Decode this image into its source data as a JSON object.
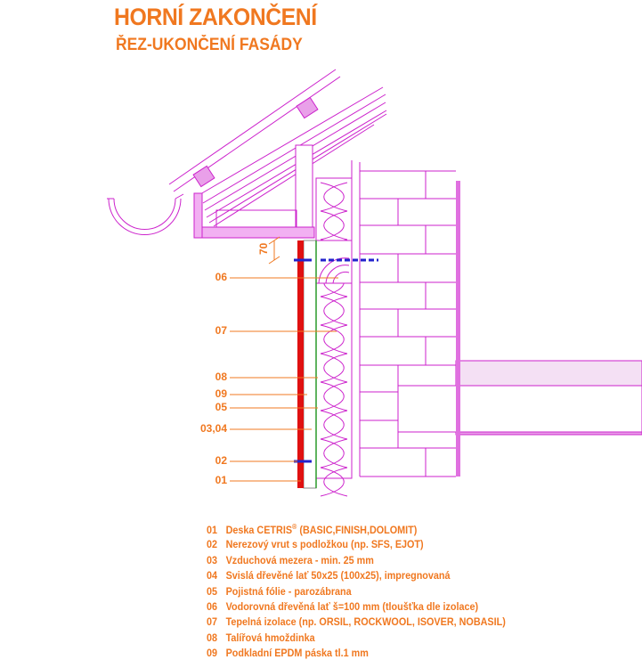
{
  "title": "HORNÍ ZAKONČENÍ",
  "subtitle": "ŘEZ-UKONČENÍ FASÁDY",
  "dimension": "70",
  "colors": {
    "accent": "#f07820",
    "lines": "#cc22cc",
    "cladding": "#e01010",
    "fasteners": "#2222cc"
  },
  "callouts": [
    "06",
    "07",
    "08",
    "09",
    "05",
    "03,04",
    "02",
    "01"
  ],
  "legend": [
    {
      "num": "01",
      "text": "Deska CETRIS",
      "sup": "®",
      "text2": " (BASIC,FINISH,DOLOMIT)"
    },
    {
      "num": "02",
      "text": "Nerezový vrut s podložkou (np. SFS, EJOT)"
    },
    {
      "num": "03",
      "text": "Vzduchová mezera - min. 25 mm"
    },
    {
      "num": "04",
      "text": "Svislá dřevěné lať 50x25 (100x25), impregnovaná"
    },
    {
      "num": "05",
      "text": "Pojistná fólie - parozábrana"
    },
    {
      "num": "06",
      "text": "Vodorovná dřevěná lať š=100 mm (tloušťka dle izolace)"
    },
    {
      "num": "07",
      "text": "Tepelná izolace (np. ORSIL, ROCKWOOL, ISOVER, NOBASIL)"
    },
    {
      "num": "08",
      "text": "Talířová hmoždinka"
    },
    {
      "num": "09",
      "text": "Podkladní EPDM páska tl.1 mm"
    }
  ]
}
